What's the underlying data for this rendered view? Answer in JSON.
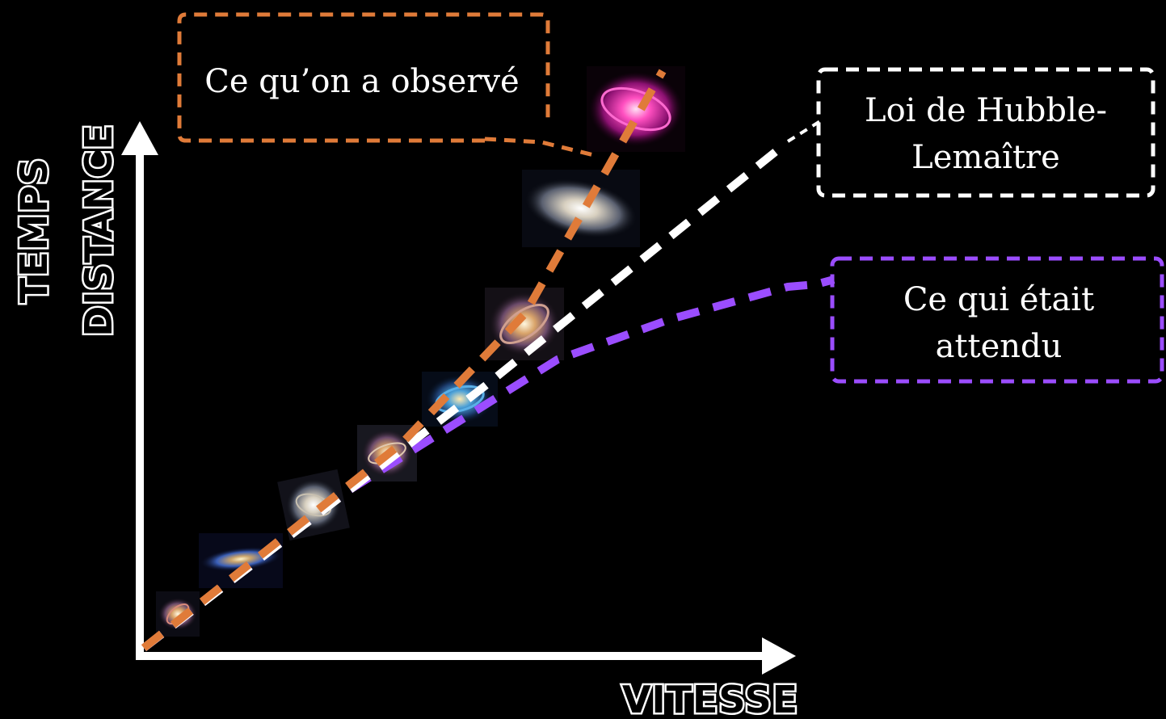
{
  "axes": {
    "x_label": "VITESSE",
    "y_label_inner": "DISTANCE",
    "y_label_outer": "TEMPS"
  },
  "callouts": {
    "observed": {
      "line1": "Ce qu’on a observé",
      "color": "#e07b39"
    },
    "hubble": {
      "line1": "Loi de Hubble-",
      "line2": "Lemaître",
      "color": "#ffffff"
    },
    "expected": {
      "line1": "Ce qui était",
      "line2": "attendu",
      "color": "#9b4dff"
    }
  },
  "colors": {
    "background": "#000000",
    "axis": "#ffffff",
    "observed_line": "#e07b39",
    "hubble_line": "#ffffff",
    "expected_line": "#9b4dff"
  },
  "galaxies": [
    {
      "name": "galaxy-1-icon"
    },
    {
      "name": "galaxy-2-icon"
    },
    {
      "name": "galaxy-3-icon"
    },
    {
      "name": "galaxy-4-icon"
    },
    {
      "name": "galaxy-5-icon"
    },
    {
      "name": "galaxy-6-icon"
    },
    {
      "name": "galaxy-7-icon"
    },
    {
      "name": "galaxy-8-icon"
    }
  ]
}
